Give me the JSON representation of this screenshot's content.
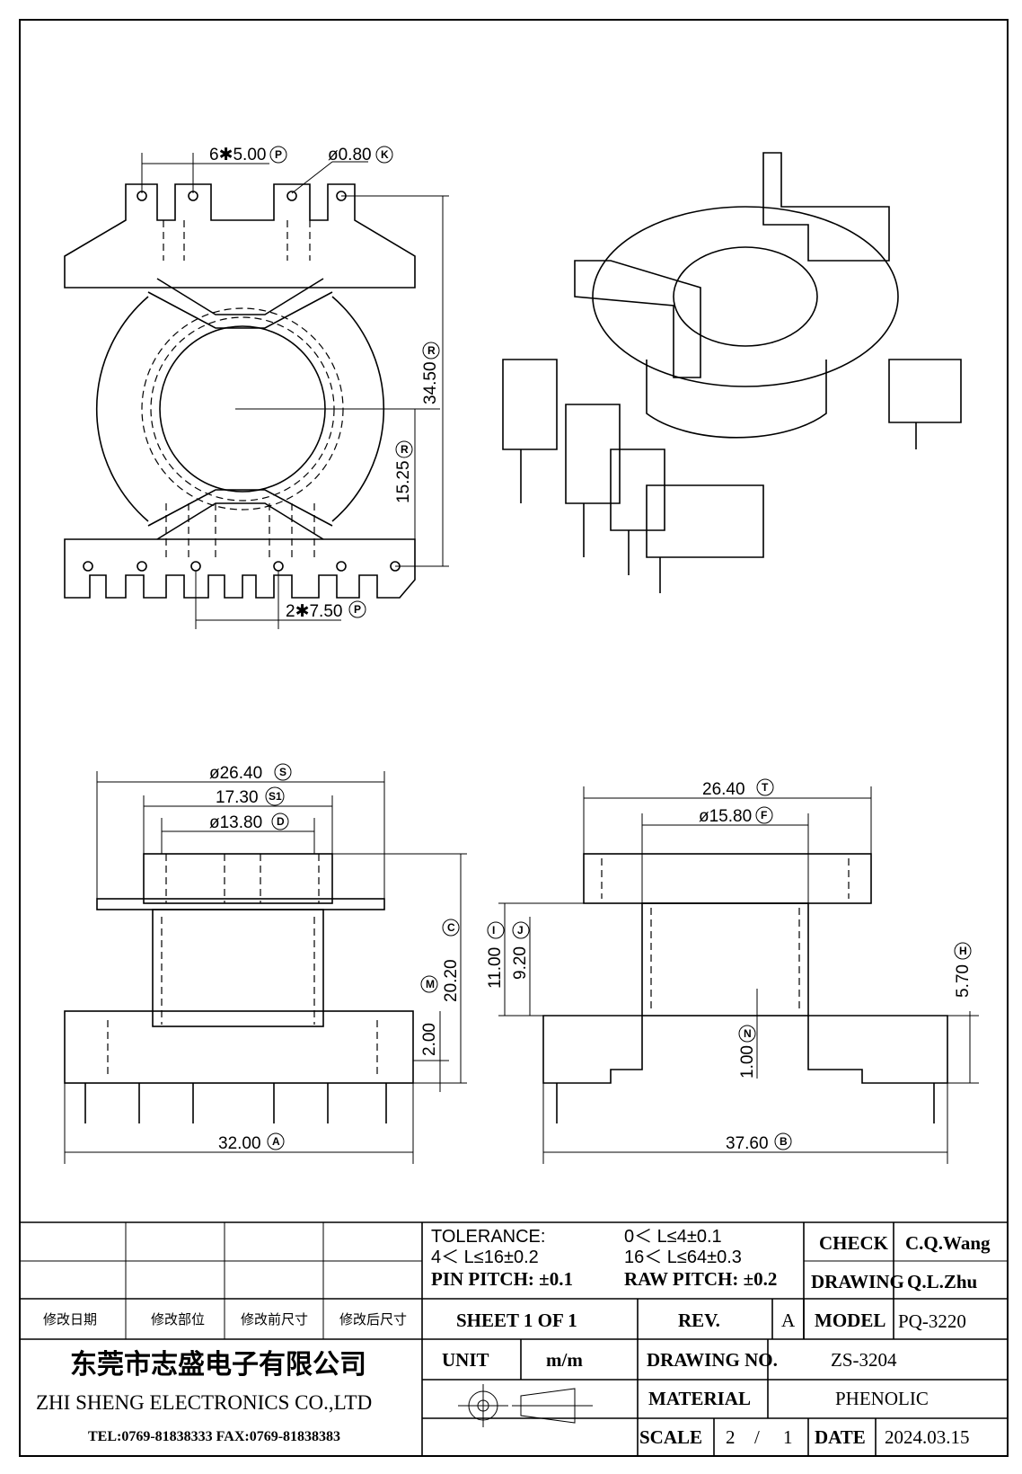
{
  "drawing": {
    "top_view": {
      "dim_pin_pitch_top": "6✱5.00",
      "dim_pin_pitch_top_ref": "P",
      "dim_hole": "ø0.80",
      "dim_hole_ref": "K",
      "dim_height_total": "34.50",
      "dim_height_total_ref": "R",
      "dim_height_center": "15.25",
      "dim_height_center_ref": "R",
      "dim_pin_pitch_bottom": "2✱7.50",
      "dim_pin_pitch_bottom_ref": "P"
    },
    "front_view": {
      "dim_flange_dia": "ø26.40",
      "dim_flange_dia_ref": "S",
      "dim_inner": "17.30",
      "dim_inner_ref": "S1",
      "dim_core_dia": "ø13.80",
      "dim_core_dia_ref": "D",
      "dim_height": "20.20",
      "dim_height_ref": "C",
      "dim_base": "2.00",
      "dim_base_ref": "M",
      "dim_width": "32.00",
      "dim_width_ref": "A"
    },
    "side_view": {
      "dim_top": "26.40",
      "dim_top_ref": "T",
      "dim_core": "ø15.80",
      "dim_core_ref": "F",
      "dim_winding_outer": "11.00",
      "dim_winding_outer_ref": "I",
      "dim_winding_inner": "9.20",
      "dim_winding_inner_ref": "J",
      "dim_pin_height": "5.70",
      "dim_pin_height_ref": "H",
      "dim_base_thk": "1.00",
      "dim_base_thk_ref": "N",
      "dim_width": "37.60",
      "dim_width_ref": "B"
    }
  },
  "title_block": {
    "tolerance_label": "TOLERANCE:",
    "tol_1": "0＜ L≤4±0.1",
    "tol_2": "4＜ L≤16±0.2",
    "tol_3": "16＜ L≤64±0.3",
    "pin_pitch": "PIN  PITCH: ±0.1",
    "raw_pitch": "RAW  PITCH: ±0.2",
    "check_label": "CHECK",
    "check_value": "C.Q.Wang",
    "drawing_label": "DRAWING",
    "drawing_value": "Q.L.Zhu",
    "rev_headers": [
      "修改日期",
      "修改部位",
      "修改前尺寸",
      "修改后尺寸"
    ],
    "sheet": "SHEET  1  OF  1",
    "rev_label": "REV.",
    "rev_value": "A",
    "model_label": "MODEL",
    "model_value": "PQ-3220",
    "company_cn": "东莞市志盛电子有限公司",
    "company_en": "ZHI SHENG  ELECTRONICS CO.,LTD",
    "contact": "TEL:0769-81838333 FAX:0769-81838383",
    "unit_label": "UNIT",
    "unit_value": "m/m",
    "drawing_no_label": "DRAWING  NO.",
    "drawing_no_value": "ZS-3204",
    "material_label": "MATERIAL",
    "material_value": "PHENOLIC",
    "scale_label": "SCALE",
    "scale_num": "2",
    "scale_sep": "/",
    "scale_den": "1",
    "date_label": "DATE",
    "date_value": "2024.03.15"
  }
}
